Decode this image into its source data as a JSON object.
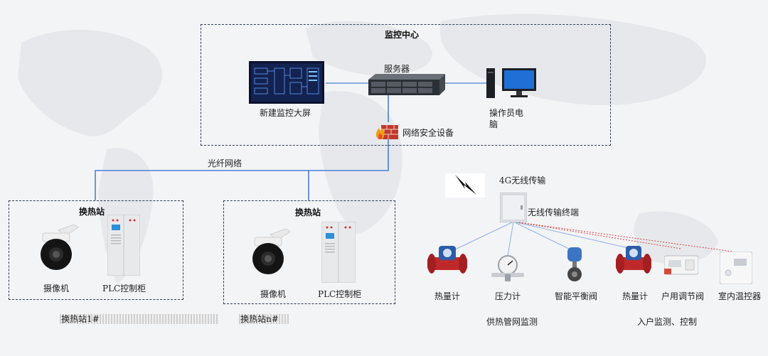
{
  "monitor_center": {
    "title": "监控中心",
    "video_wall": "新建监控大屏",
    "server": "服务器",
    "operator_pc_line1": "操作员电",
    "operator_pc_line2": "脑",
    "firewall": "网络安全设备"
  },
  "fiber_network": "光纤网络",
  "station_left": {
    "title": "换热站",
    "camera": "摄像机",
    "plc": "PLC控制柜"
  },
  "station_right": {
    "title": "换热站",
    "camera": "摄像机",
    "plc": "PLC控制柜"
  },
  "wireless": {
    "label": "4G无线传输",
    "terminal": "无线传输终端"
  },
  "field_devices": {
    "heat_meter_1": "热量计",
    "pressure_gauge": "压力计",
    "balance_valve": "智能平衡阀",
    "heat_meter_2": "热量计",
    "household_valve": "户用调节阀",
    "thermostat": "室内温控器"
  },
  "captions": {
    "station_1": "换热站1#",
    "station_n": "换热站n#",
    "pipe_network": "供热管网监测",
    "household": "入户监测、控制"
  },
  "colors": {
    "frame": "#2f3d55",
    "link_blue": "#4a7fd6",
    "link_red": "#d64040"
  }
}
